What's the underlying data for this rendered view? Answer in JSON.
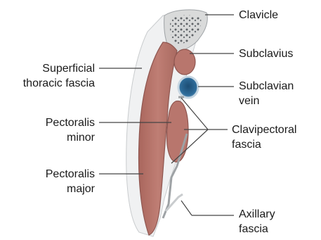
{
  "diagram": {
    "labels": {
      "clavicle": [
        "Clavicle"
      ],
      "subclavius": [
        "Subclavius"
      ],
      "superficial_thoracic_fascia": [
        "Superficial",
        "thoracic fascia"
      ],
      "subclavian_vein": [
        "Subclavian",
        "vein"
      ],
      "pectoralis_minor": [
        "Pectoralis",
        "minor"
      ],
      "clavipectoral_fascia": [
        "Clavipectoral",
        "fascia"
      ],
      "pectoralis_major": [
        "Pectoralis",
        "major"
      ],
      "axillary_fascia": [
        "Axillary",
        "fascia"
      ]
    },
    "colors": {
      "muscle": "#b8766d",
      "muscle_outline": "#8e5650",
      "bone": "#d9dada",
      "bone_texture": "#5f6367",
      "vein": "#2f6d9b",
      "fascia": "#cfd2d4",
      "leader_line": "#444444"
    }
  }
}
